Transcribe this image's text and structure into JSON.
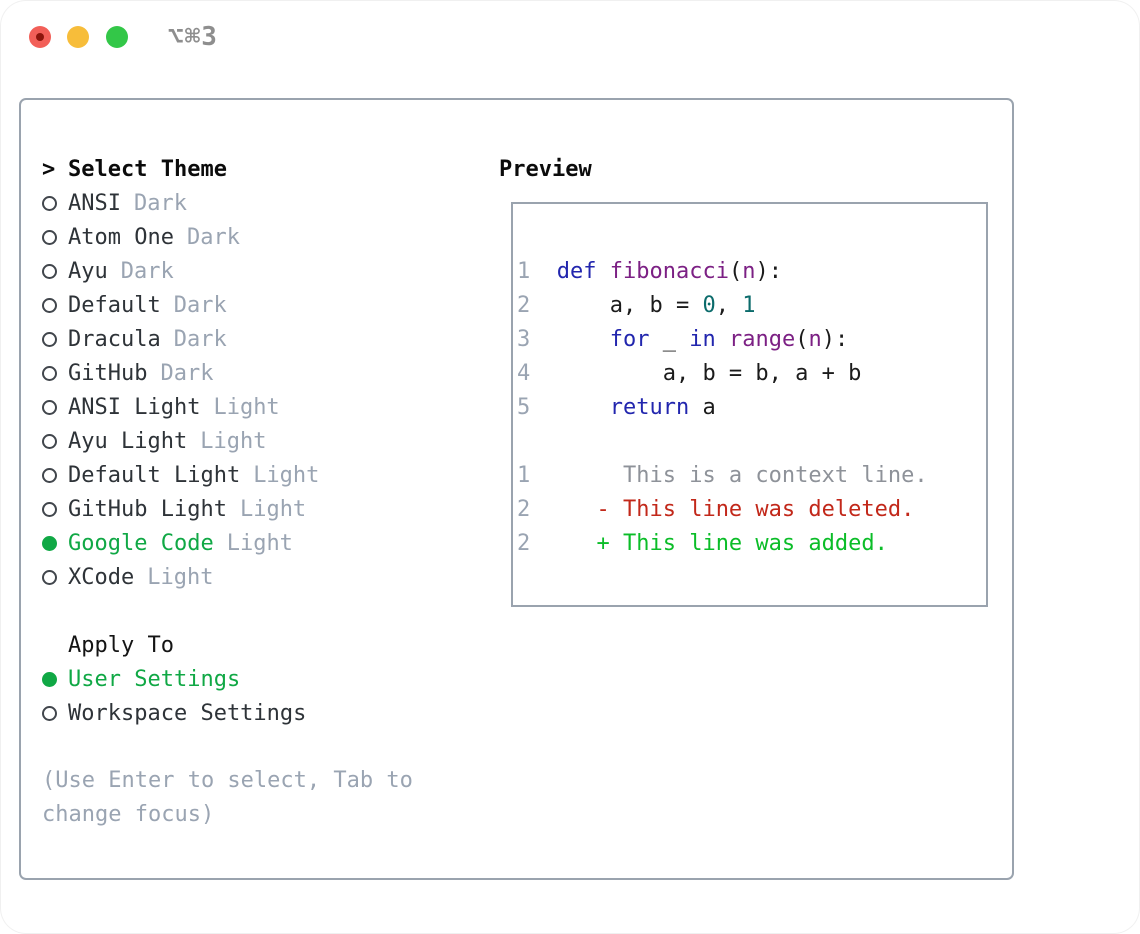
{
  "window": {
    "shortcut_label": "⌥⌘3",
    "traffic_lights": {
      "close": "#f25f58",
      "minimize": "#f7bd3a",
      "zoom": "#33c748"
    }
  },
  "theme_panel": {
    "header": {
      "cursor": ">",
      "label": "Select Theme"
    },
    "themes": [
      {
        "name": "ANSI",
        "variant": "Dark",
        "selected": false
      },
      {
        "name": "Atom One",
        "variant": "Dark",
        "selected": false
      },
      {
        "name": "Ayu",
        "variant": "Dark",
        "selected": false
      },
      {
        "name": "Default",
        "variant": "Dark",
        "selected": false
      },
      {
        "name": "Dracula",
        "variant": "Dark",
        "selected": false
      },
      {
        "name": "GitHub",
        "variant": "Dark",
        "selected": false
      },
      {
        "name": "ANSI Light",
        "variant": "Light",
        "selected": false
      },
      {
        "name": "Ayu Light",
        "variant": "Light",
        "selected": false
      },
      {
        "name": "Default Light",
        "variant": "Light",
        "selected": false
      },
      {
        "name": "GitHub Light",
        "variant": "Light",
        "selected": false
      },
      {
        "name": "Google Code",
        "variant": "Light",
        "selected": true
      },
      {
        "name": "XCode",
        "variant": "Light",
        "selected": false
      }
    ],
    "apply_to": {
      "label": "Apply To",
      "options": [
        {
          "name": "User Settings",
          "selected": true
        },
        {
          "name": "Workspace Settings",
          "selected": false
        }
      ]
    },
    "hint": "(Use Enter to select, Tab to change focus)"
  },
  "preview": {
    "title": "Preview",
    "code": [
      {
        "num": "1",
        "tokens": [
          {
            "c": "kw",
            "t": "def "
          },
          {
            "c": "fn",
            "t": "fibonacci"
          },
          {
            "c": "pl",
            "t": "("
          },
          {
            "c": "fn",
            "t": "n"
          },
          {
            "c": "pl",
            "t": "):"
          }
        ]
      },
      {
        "num": "2",
        "tokens": [
          {
            "c": "pl",
            "t": "    a, b = "
          },
          {
            "c": "lit",
            "t": "0"
          },
          {
            "c": "pl",
            "t": ", "
          },
          {
            "c": "lit",
            "t": "1"
          }
        ]
      },
      {
        "num": "3",
        "tokens": [
          {
            "c": "pl",
            "t": "    "
          },
          {
            "c": "kw",
            "t": "for"
          },
          {
            "c": "pl",
            "t": " _ "
          },
          {
            "c": "kw",
            "t": "in"
          },
          {
            "c": "pl",
            "t": " "
          },
          {
            "c": "fn",
            "t": "range"
          },
          {
            "c": "pl",
            "t": "("
          },
          {
            "c": "fn",
            "t": "n"
          },
          {
            "c": "pl",
            "t": "):"
          }
        ]
      },
      {
        "num": "4",
        "tokens": [
          {
            "c": "pl",
            "t": "        a, b = b, a + b"
          }
        ]
      },
      {
        "num": "5",
        "tokens": [
          {
            "c": "pl",
            "t": "    "
          },
          {
            "c": "kw",
            "t": "return"
          },
          {
            "c": "pl",
            "t": " a"
          }
        ]
      }
    ],
    "diff": [
      {
        "num": "1",
        "c": "ctx",
        "t": "  This is a context line."
      },
      {
        "num": "2",
        "c": "del",
        "t": "- This line was deleted."
      },
      {
        "num": "2",
        "c": "add",
        "t": "+ This line was added."
      }
    ]
  },
  "colors": {
    "accent_green": "#10a845",
    "diff_added_green": "#0bbd28",
    "diff_deleted_red": "#c2281a",
    "muted_gray": "#9aa4b2",
    "keyword_blue": "#2226ae",
    "function_purple": "#7c2084",
    "literal_teal": "#0b6b6b",
    "border_gray": "#9aa3ae"
  }
}
